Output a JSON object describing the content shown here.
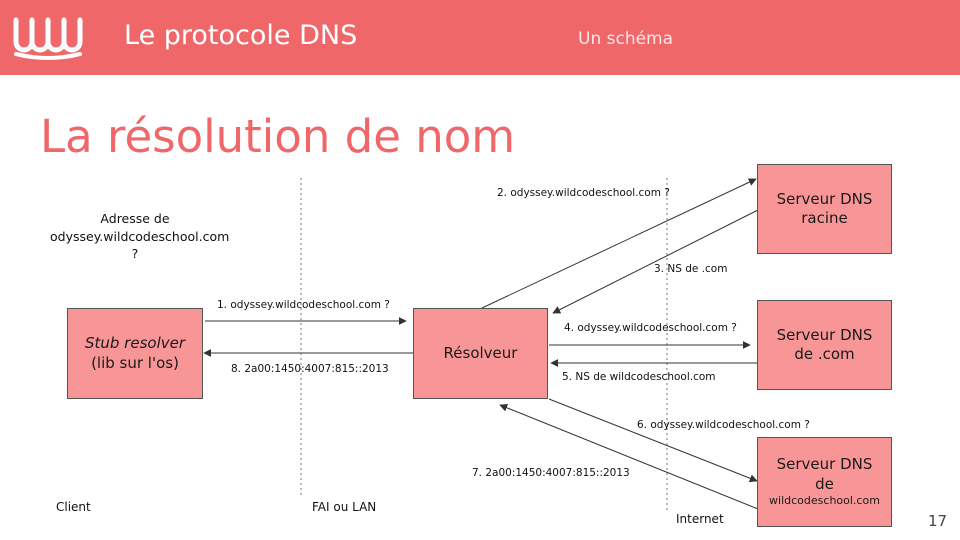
{
  "header": {
    "title": "Le protocole DNS",
    "subtitle": "Un schéma"
  },
  "slide_title": "La résolution de nom",
  "question": "Adresse de odyssey.wildcodeschool.com ?",
  "zones": {
    "client": "Client",
    "fai": "FAI ou LAN",
    "internet": "Internet"
  },
  "boxes": {
    "stub_line1": "Stub resolver",
    "stub_line2": "(lib sur l'os)",
    "resolver": "Résolveur",
    "root": "Serveur DNS racine",
    "com": "Serveur DNS de .com",
    "wcs_line1": "Serveur DNS",
    "wcs_line2": "de",
    "wcs_line3": "wildcodeschool.com"
  },
  "arrows": {
    "a1": "1. odyssey.wildcodeschool.com ?",
    "a2": "2. odyssey.wildcodeschool.com ?",
    "a3": "3. NS de .com",
    "a4": "4. odyssey.wildcodeschool.com ?",
    "a5": "5. NS de wildcodeschool.com",
    "a6": "6. odyssey.wildcodeschool.com ?",
    "a7": "7. 2a00:1450:4007:815::2013",
    "a8": "8. 2a00:1450:4007:815::2013"
  },
  "page_number": "17",
  "colors": {
    "header": "#f0676a",
    "box": "#f89697",
    "title": "#f0676a"
  },
  "icons": {
    "logo": "wildcodeschool-logo"
  }
}
